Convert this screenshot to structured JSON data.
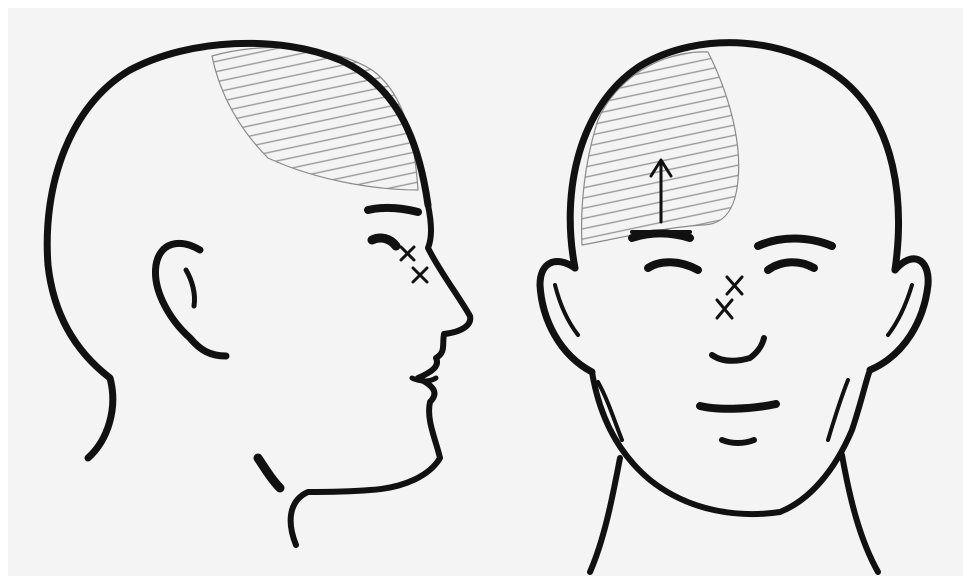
{
  "figure": {
    "background_color": "#f4f4f4",
    "line_color": "#111111",
    "hatch_color": "#9a9a9a",
    "panels": [
      {
        "view": "profile",
        "markers": [
          "x",
          "x"
        ]
      },
      {
        "view": "frontal",
        "markers": [
          "x",
          "x"
        ],
        "arrow": "up"
      }
    ]
  }
}
